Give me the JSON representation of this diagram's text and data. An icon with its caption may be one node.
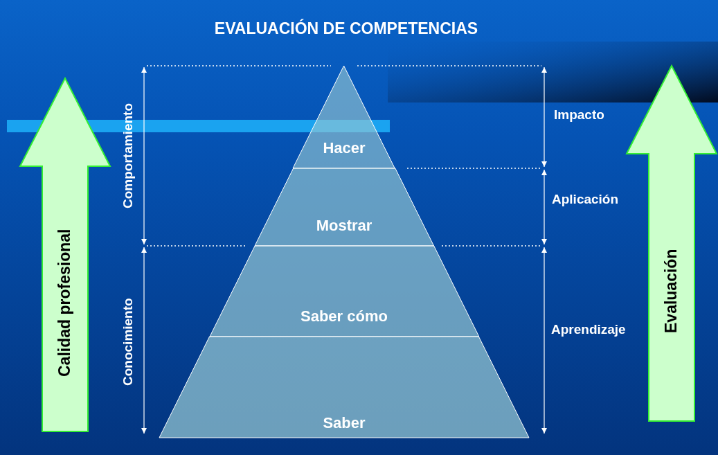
{
  "diagram": {
    "title": "EVALUACIÓN DE COMPETENCIAS",
    "nodes": [
      {
        "text": [
          "Calidad profesional"
        ]
      },
      {
        "text": [
          "Hacer"
        ]
      },
      {
        "text": [
          "Mostrar"
        ]
      },
      {
        "text": [
          "Saber cómo"
        ]
      },
      {
        "text": [
          "Saber"
        ]
      },
      {
        "text": [
          "Evaluación"
        ]
      }
    ],
    "edges": [],
    "labels": [
      "Comportamiento",
      "Conocimiento",
      "Impacto",
      "Aplicación",
      "Aprendizaje"
    ]
  }
}
